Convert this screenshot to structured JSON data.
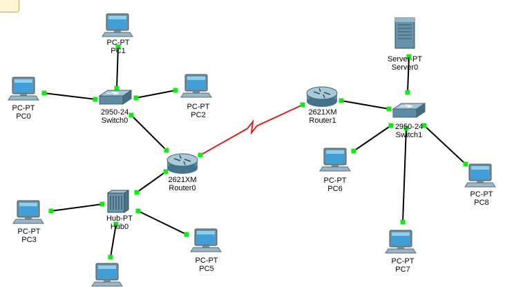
{
  "colors": {
    "link_ethernet": "#000000",
    "link_serial": "#d31f1f",
    "link_status_up": "#19e619",
    "pc_screen": "#3f9fd8",
    "device_body": "#5f8fa8"
  },
  "devices": [
    {
      "id": "PC1",
      "type": "pc",
      "model": "PC-PT",
      "name": "PC1"
    },
    {
      "id": "PC0",
      "type": "pc",
      "model": "PC-PT",
      "name": "PC0"
    },
    {
      "id": "PC2",
      "type": "pc",
      "model": "PC-PT",
      "name": "PC2"
    },
    {
      "id": "Switch0",
      "type": "switch",
      "model": "2950-24",
      "name": "Switch0"
    },
    {
      "id": "Router0",
      "type": "router",
      "model": "2621XM",
      "name": "Router0"
    },
    {
      "id": "Hub0",
      "type": "hub",
      "model": "Hub-PT",
      "name": "Hub0"
    },
    {
      "id": "PC3",
      "type": "pc",
      "model": "PC-PT",
      "name": "PC3"
    },
    {
      "id": "PC5",
      "type": "pc",
      "model": "PC-PT",
      "name": "PC5"
    },
    {
      "id": "PC4",
      "type": "pc",
      "model": "",
      "name": ""
    },
    {
      "id": "Router1",
      "type": "router",
      "model": "2621XM",
      "name": "Router1"
    },
    {
      "id": "Server0",
      "type": "server",
      "model": "Server-PT",
      "name": "Server0"
    },
    {
      "id": "Switch1",
      "type": "switch",
      "model": "2950-24",
      "name": "Switch1"
    },
    {
      "id": "PC6",
      "type": "pc",
      "model": "PC-PT",
      "name": "PC6"
    },
    {
      "id": "PC7",
      "type": "pc",
      "model": "PC-PT",
      "name": "PC7"
    },
    {
      "id": "PC8",
      "type": "pc",
      "model": "PC-PT",
      "name": "PC8"
    }
  ],
  "links": [
    {
      "from": "PC1",
      "to": "Switch0",
      "kind": "ethernet"
    },
    {
      "from": "PC0",
      "to": "Switch0",
      "kind": "ethernet"
    },
    {
      "from": "PC2",
      "to": "Switch0",
      "kind": "ethernet"
    },
    {
      "from": "Switch0",
      "to": "Router0",
      "kind": "ethernet"
    },
    {
      "from": "Router0",
      "to": "Hub0",
      "kind": "ethernet"
    },
    {
      "from": "PC3",
      "to": "Hub0",
      "kind": "ethernet"
    },
    {
      "from": "Hub0",
      "to": "PC5",
      "kind": "ethernet"
    },
    {
      "from": "Hub0",
      "to": "PC4",
      "kind": "ethernet"
    },
    {
      "from": "Router0",
      "to": "Router1",
      "kind": "serial"
    },
    {
      "from": "Router1",
      "to": "Switch1",
      "kind": "ethernet"
    },
    {
      "from": "Server0",
      "to": "Switch1",
      "kind": "ethernet"
    },
    {
      "from": "Switch1",
      "to": "PC6",
      "kind": "ethernet"
    },
    {
      "from": "Switch1",
      "to": "PC7",
      "kind": "ethernet"
    },
    {
      "from": "Switch1",
      "to": "PC8",
      "kind": "ethernet"
    }
  ]
}
